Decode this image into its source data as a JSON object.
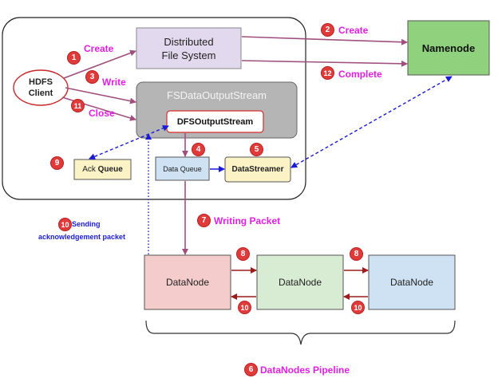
{
  "nodes": {
    "client_line1": "HDFS",
    "client_line2": "Client",
    "dfs_line1": "Distributed",
    "dfs_line2": "File System",
    "namenode": "Namenode",
    "fsdata": "FSDataOutputStream",
    "dfsoutput": "DFSOutputStream",
    "ack_prefix": "Ack",
    "ack_bold": "Queue",
    "data_queue": "Data Queue",
    "datastreamer": "DataStreamer",
    "datanode_1": "DataNode",
    "datanode_2": "DataNode",
    "datanode_3": "DataNode"
  },
  "steps": {
    "s1": {
      "num": "1",
      "label": "Create"
    },
    "s2": {
      "num": "2",
      "label": "Create"
    },
    "s3": {
      "num": "3",
      "label": "Write"
    },
    "s4": {
      "num": "4"
    },
    "s5": {
      "num": "5"
    },
    "s6": {
      "num": "6",
      "label": "DataNodes Pipeline"
    },
    "s7": {
      "num": "7",
      "label": "Writing Packet"
    },
    "s8a": {
      "num": "8"
    },
    "s8b": {
      "num": "8"
    },
    "s9": {
      "num": "9"
    },
    "s10_send": {
      "num": "10",
      "line1": "Sending",
      "line2": "acknowledgement  packet"
    },
    "s10a": {
      "num": "10"
    },
    "s10b": {
      "num": "10"
    },
    "s11": {
      "num": "11",
      "label": "Close"
    },
    "s12": {
      "num": "12",
      "label": "Complete"
    }
  },
  "colors": {
    "arrow_purple": "#a0507f",
    "arrow_red": "#9b1c1c",
    "arrow_blue": "#1a1ad8",
    "badge_red": "#e03b3b",
    "step_magenta": "#e020e0",
    "dfs_fill": "#e3d9ef",
    "namenode_fill": "#8fd17d",
    "fsdata_fill": "#b5b5b5",
    "ack_fill": "#fbf3c6",
    "data_queue_fill": "#cfe2f3",
    "datastreamer_fill": "#fbf3c6",
    "datanode1_fill": "#f5cccc",
    "datanode2_fill": "#d8ebd3",
    "datanode3_fill": "#cfe2f3"
  }
}
